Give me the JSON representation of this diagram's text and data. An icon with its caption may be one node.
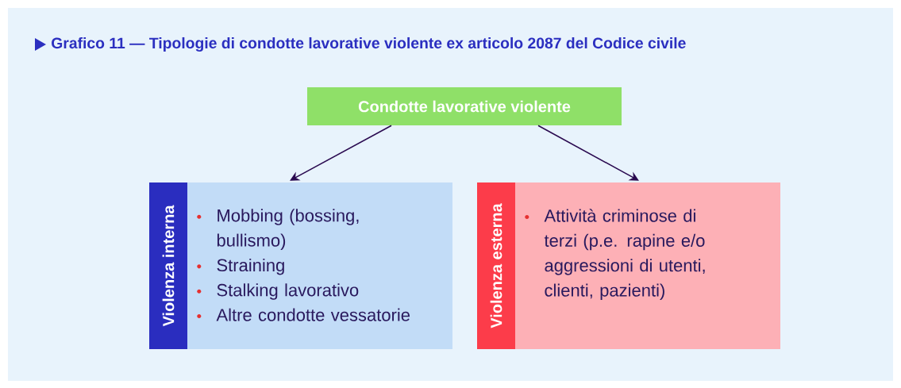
{
  "diagram": {
    "title": "Grafico 11 — Tipologie di condotte lavorative violente ex articolo 2087 del Codice civile",
    "nodes": [
      {
        "text": [
          "Condotte lavorative violente"
        ]
      },
      {
        "text": [
          "Violenza interna",
          "Mobbing (bossing, bullismo)",
          "Straining",
          "Stalking lavorativo",
          "Altre condotte vessatorie"
        ]
      },
      {
        "text": [
          "Violenza esterna",
          "Attività criminose di terzi (p.e. rapine e/o aggressioni di utenti, clienti, pazienti)"
        ]
      }
    ],
    "edges": [
      {
        "from": 0,
        "to": 1,
        "arrow": "to"
      },
      {
        "from": 0,
        "to": 2,
        "arrow": "to"
      }
    ]
  }
}
